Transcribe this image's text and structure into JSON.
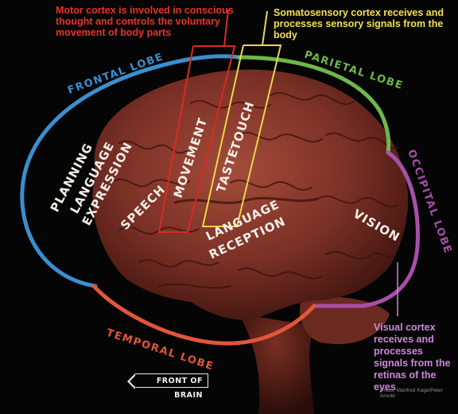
{
  "annotations": {
    "motor_cortex": "Motor cortex is involved in conscious thought and controls the voluntary movement of body parts",
    "somatosensory_cortex": "Somatosensory cortex receives and processes sensory signals from the body",
    "visual_cortex": "Visual cortex receives and processes signals from the retinas of the eyes"
  },
  "lobes": {
    "frontal": "FRONTAL LOBE",
    "parietal": "PARIETAL LOBE",
    "occipital": "OCCIPITAL LOBE",
    "temporal": "TEMPORAL LOBE"
  },
  "regions": {
    "planning": "PLANNING",
    "language_expression_1": "LANGUAGE",
    "language_expression_2": "EXPRESSION",
    "speech": "SPEECH",
    "movement": "MOVEMENT",
    "taste": "TASTE",
    "touch": "TOUCH",
    "language_reception_1": "LANGUAGE",
    "language_reception_2": "RECEPTION",
    "vision": "VISION"
  },
  "front_of_brain": "FRONT OF BRAIN",
  "photo_credit": "Photo: Manfred Kage/Peter Arnold",
  "colors": {
    "frontal": "#3a8fd0",
    "parietal": "#6cb84a",
    "occipital": "#a84fa8",
    "temporal": "#e2553a",
    "motor": "#d92a22",
    "sensory": "#e8d84a",
    "brain": "#8a3a2c"
  }
}
